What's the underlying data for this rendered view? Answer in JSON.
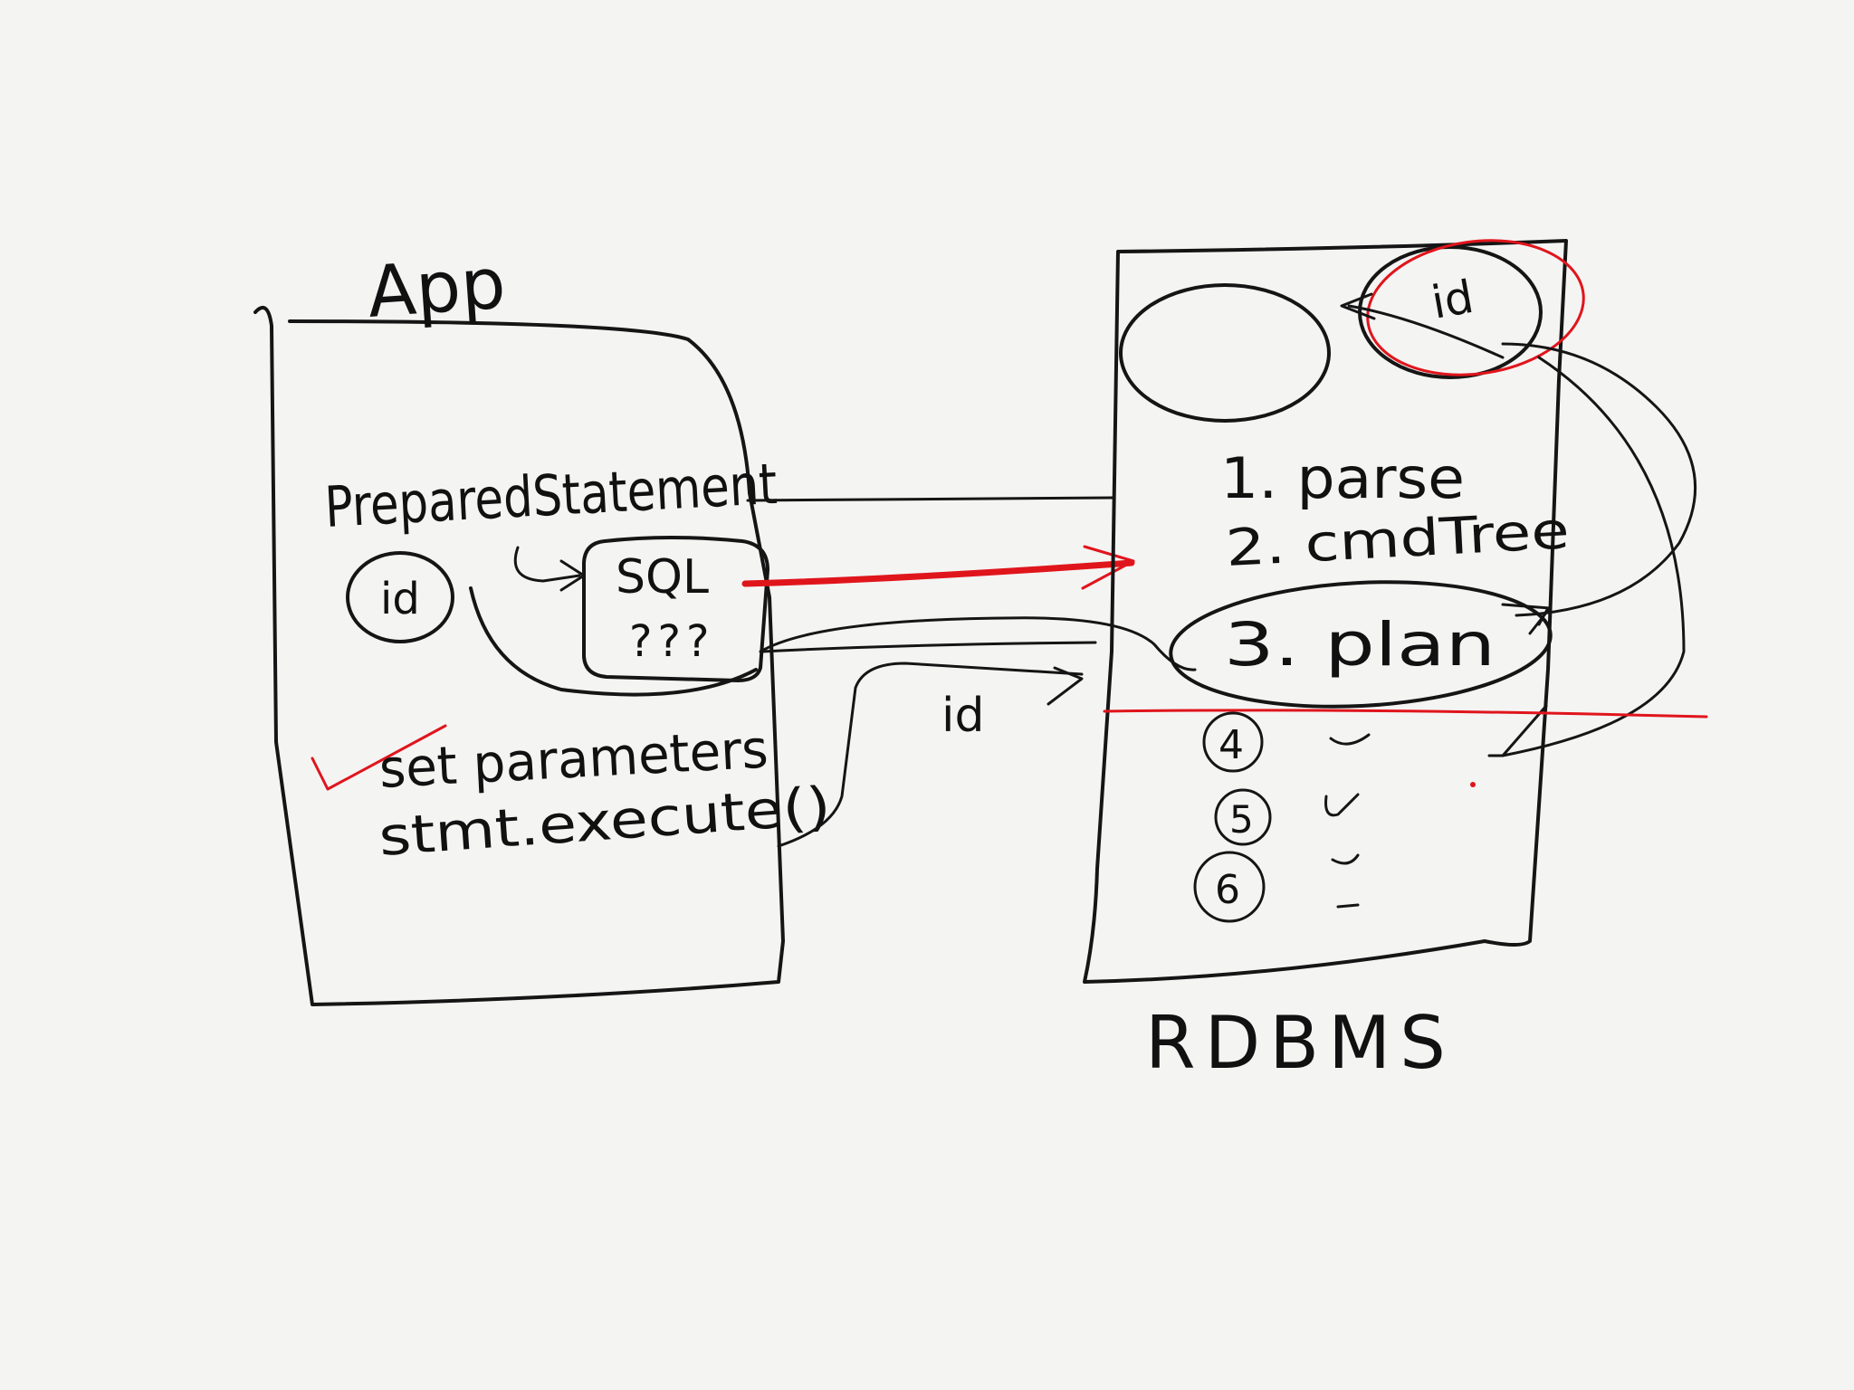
{
  "app": {
    "title": "App",
    "prepared_statement_label": "PreparedStatement",
    "id_label": "id",
    "sql_label": "SQL",
    "placeholders_label": "???",
    "set_parameters_label": "set parameters",
    "execute_label": "stmt.execute()"
  },
  "rdbms": {
    "title": "RDBMS",
    "cache_id_label": "id",
    "steps": [
      {
        "label": "1. parse"
      },
      {
        "label": "2. cmdTree"
      },
      {
        "label": "3. plan"
      }
    ],
    "numbered_steps": [
      {
        "label": "4"
      },
      {
        "label": "5"
      },
      {
        "label": "6"
      }
    ]
  },
  "connector": {
    "id_label": "id"
  },
  "colors": {
    "ink": "#151515",
    "accent": "#e0151c",
    "paper": "#f4f4f3"
  }
}
